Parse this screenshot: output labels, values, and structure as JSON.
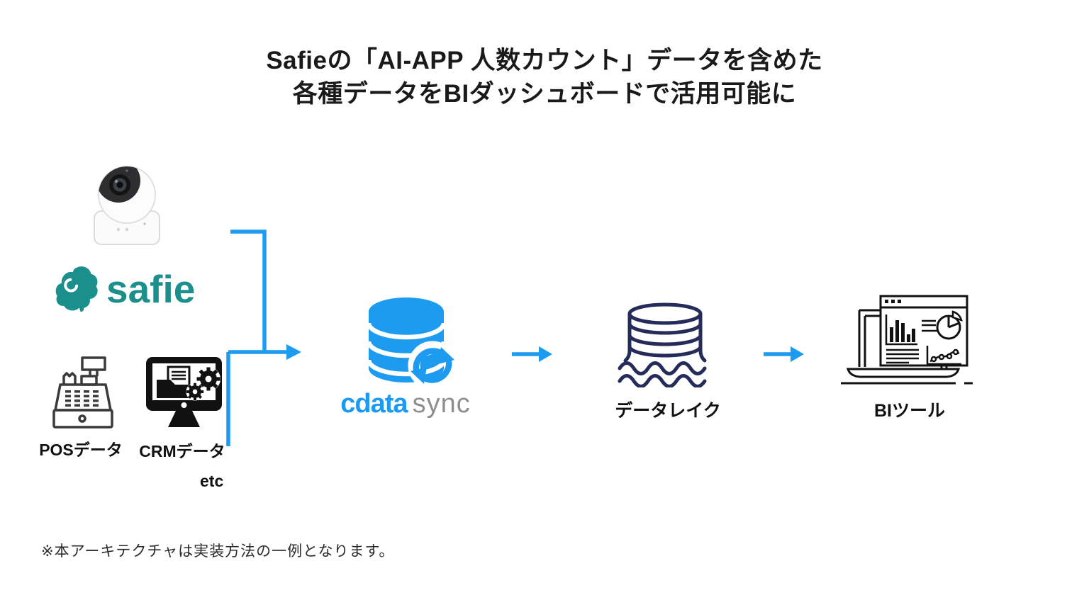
{
  "title": {
    "line1": "Safieの「AI-APP 人数カウント」データを含めた",
    "line2": "各種データをBIダッシュボードで活用可能に"
  },
  "safie": {
    "brand": "safie"
  },
  "sources": {
    "pos_label": "POSデータ",
    "crm_label": "CRMデータ",
    "etc_label": "etc"
  },
  "cdata": {
    "brand": "cdata",
    "product": "sync"
  },
  "datalake": {
    "label": "データレイク"
  },
  "bitool": {
    "label": "BIツール"
  },
  "footer": {
    "note": "※本アーキテクチャは実装方法の一例となります。"
  },
  "colors": {
    "flow_blue": "#1C9BF0",
    "safie_teal": "#1B8F8C",
    "datalake_navy": "#252C5A",
    "cdata_blue": "#1C9BF0",
    "sync_gray": "#8E8E8E",
    "icon_dark": "#111111",
    "pos_icon_gray": "#3A3A3A"
  }
}
